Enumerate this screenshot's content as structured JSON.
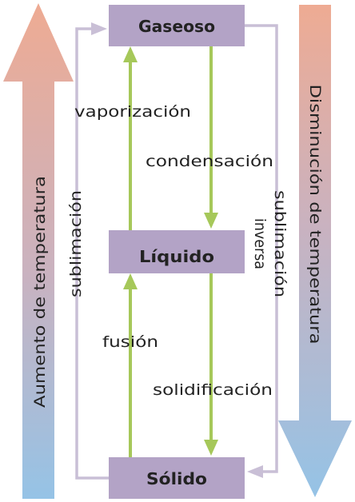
{
  "states": {
    "gas": "Gaseoso",
    "liquid": "Líquido",
    "solid": "Sólido"
  },
  "processes": {
    "vaporization": "vaporización",
    "condensation": "condensación",
    "fusion": "fusión",
    "solidification": "solidificación",
    "sublimation": "sublimación",
    "reverse_sublimation_1": "sublimación",
    "reverse_sublimation_2": "inversa"
  },
  "temperature": {
    "increase": "Aumento de temperatura",
    "decrease": "Disminución de temperatura"
  },
  "colors": {
    "warm": "#eeab93",
    "cool": "#95c3e6",
    "state_box": "#b3a3c6",
    "transition_arrow": "#a6c85a",
    "sublimation_path": "#c9bfd6"
  }
}
